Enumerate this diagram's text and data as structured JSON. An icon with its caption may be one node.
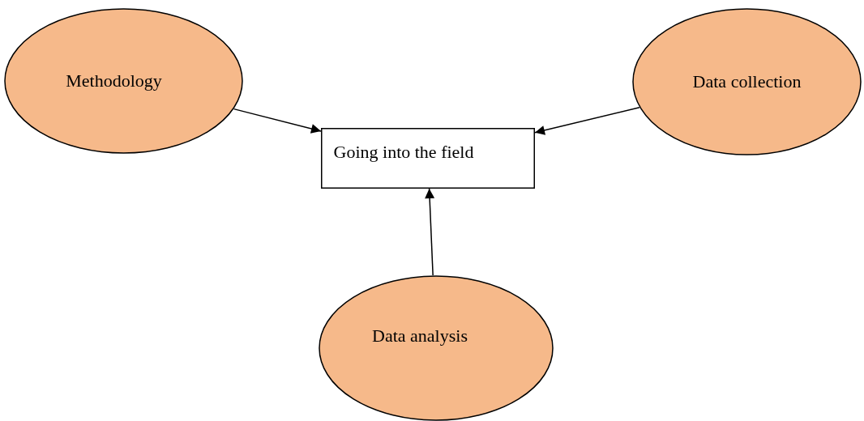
{
  "diagram": {
    "nodes": [
      {
        "text": [
          "Methodology"
        ]
      },
      {
        "text": [
          "Data collection"
        ]
      },
      {
        "text": [
          "Going into the field"
        ]
      },
      {
        "text": [
          "Data analysis"
        ]
      }
    ],
    "edges": [
      {
        "from": 0,
        "to": 2,
        "arrow": "to"
      },
      {
        "from": 1,
        "to": 2,
        "arrow": "to"
      },
      {
        "from": 3,
        "to": 2,
        "arrow": "to"
      }
    ]
  }
}
